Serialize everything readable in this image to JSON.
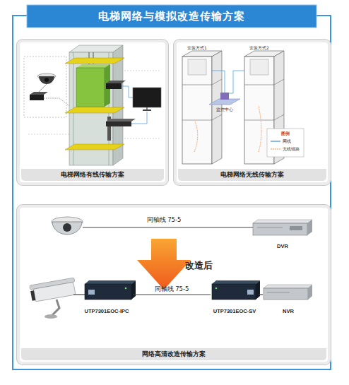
{
  "diagram": {
    "title": "电梯网络与模拟改造传输方案",
    "nodes": [
      {
        "text": [
          "电梯网络有线传输方案"
        ]
      },
      {
        "text": [
          "电梯网络无线传输方案"
        ]
      },
      {
        "text": [
          "网络高清改造传输方案"
        ]
      },
      {
        "text": [
          "DVR"
        ],
        "in": 2
      },
      {
        "text": [
          "UTP7301EOC-IPC"
        ],
        "in": 2
      },
      {
        "text": [
          "UTP7301EOC-SV"
        ],
        "in": 2
      },
      {
        "text": [
          "NVR"
        ],
        "in": 2
      }
    ],
    "edges": [
      {
        "from": 4,
        "to": 5,
        "label": "同轴线 75-5",
        "arrow": "none"
      },
      {
        "from": 5,
        "to": 6,
        "arrow": "none"
      }
    ],
    "labels": [
      "同轴线 75-5",
      "改造后",
      "安装方式1",
      "安装方式2",
      "监控中心",
      "图例"
    ],
    "legend": [
      {
        "text": "网线"
      },
      {
        "text": "无线链路"
      }
    ]
  }
}
